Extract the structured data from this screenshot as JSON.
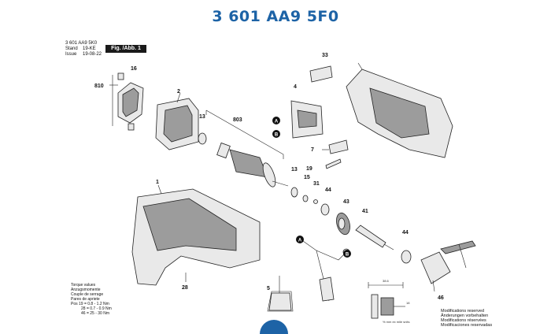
{
  "title": "3 601 AA9 5F0",
  "meta": {
    "code": "3 601 AA9 5K0",
    "stand_label": "Stand",
    "stand_value": "19-KE",
    "issue_label": "Issue",
    "issue_value": "19-08-22",
    "fig_label": "Fig. /Abb. 1"
  },
  "part_numbers": {
    "p810": "810",
    "p16": "16",
    "p2": "2",
    "p13a": "13",
    "p803": "803",
    "p33": "33",
    "p4": "4",
    "p7": "7",
    "p19": "19",
    "p13b": "13",
    "p15": "15",
    "p31": "31",
    "p44a": "44",
    "p43": "43",
    "p41": "41",
    "p44b": "44",
    "p1": "1",
    "p28": "28",
    "p5": "5",
    "p46": "46"
  },
  "callouts": {
    "a": "A",
    "b": "B"
  },
  "torque": {
    "lines": [
      "Torque values",
      "Anzugsmomente",
      "Couple de serrage",
      "Pares de apriete",
      "Pos   19 = 0.8 - 1.2 Nm",
      "28 = 0.7 - 0.9 Nm",
      "46 = 25 - 30 Nm"
    ]
  },
  "modifications": {
    "lines": [
      "Modifications reserved",
      "Änderungen vorbehalten",
      "Modifications réservées",
      "Modificaciones reservadas"
    ]
  },
  "dimension_labels": {
    "top": "38.6",
    "right": "18",
    "note": "% mm  ex  mile snits"
  }
}
